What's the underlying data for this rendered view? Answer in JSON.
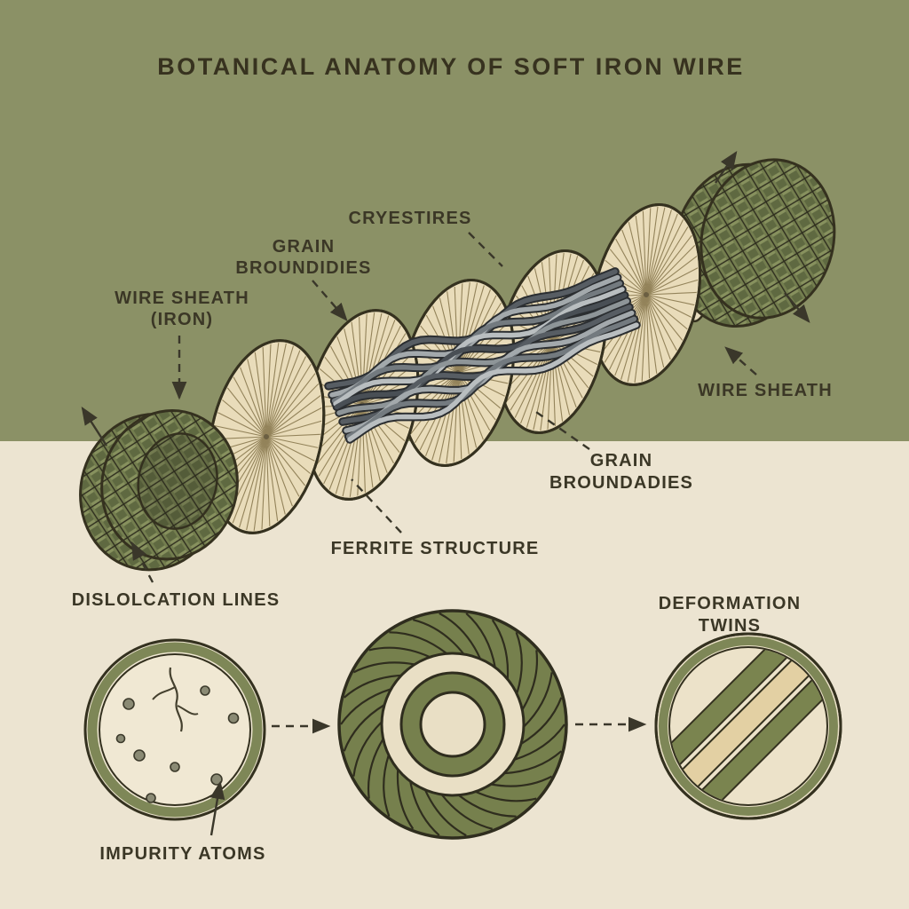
{
  "title": "BOTANICAL ANATOMY OF SOFT IRON WIRE",
  "diagram_labels": {
    "crystallites": "CRYESTIRES",
    "grain_boundaries_top": {
      "line1": "GRAIN",
      "line2": "BROUNDIDIES"
    },
    "wire_sheath_left": {
      "line1": "WIRE SHEATH",
      "line2": "(IRON)"
    },
    "wire_sheath_right": "WIRE SHEATH",
    "grain_boundaries_right": {
      "line1": "GRAIN",
      "line2": "BROUNDADIES"
    },
    "ferrite_structure": "FERRITE STRUCTURE",
    "dislocation_lines": "DISLOLCATION LINES",
    "deformation_twins": {
      "line1": "DEFORMATION",
      "line2": "TWINS"
    },
    "impurity_atoms": "IMPURITY ATOMS"
  },
  "colors": {
    "background_top": "#8b9166",
    "background_bottom": "#ece4d1",
    "disc_fill": "#e9dcba",
    "disc_radials": "#93835a",
    "outline": "#35311f",
    "olive": "#76804d",
    "olive_ring": "#7e8757",
    "braid_base": "#5f6941",
    "braid_light": "#87915e",
    "fiber_dark": "#575d63",
    "fiber_light": "#a8aeb1",
    "tan_stripe": "#e3d0a3",
    "text": "#3b3726"
  }
}
